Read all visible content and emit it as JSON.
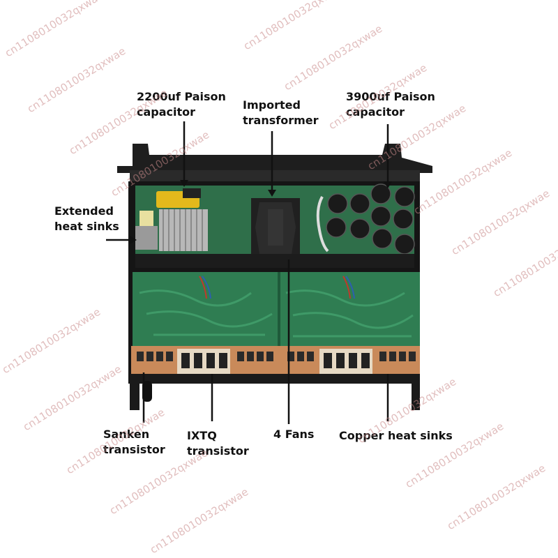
{
  "labels": {
    "cap_2200": [
      "2200uf Paison",
      "capacitor"
    ],
    "transformer": [
      "Imported",
      "transformer"
    ],
    "cap_3900": [
      "3900uf Paison",
      "capacitor"
    ],
    "heat_sinks": [
      "Extended",
      "heat sinks"
    ],
    "sanken": [
      "Sanken",
      "transistor"
    ],
    "ixtq": [
      "IXTQ",
      "transistor"
    ],
    "fans": [
      "4 Fans"
    ],
    "copper": [
      "Copper heat sinks"
    ]
  },
  "watermark": "cn1108010032qxwae",
  "colors": {
    "pcb": "#2f7d52",
    "pcb_dark": "#1f5a3a",
    "chassis": "#1c1c1c",
    "copper": "#c98a5a",
    "text": "#111111",
    "watermark": "#c98a8a",
    "label_yellow": "#e8c21a"
  }
}
